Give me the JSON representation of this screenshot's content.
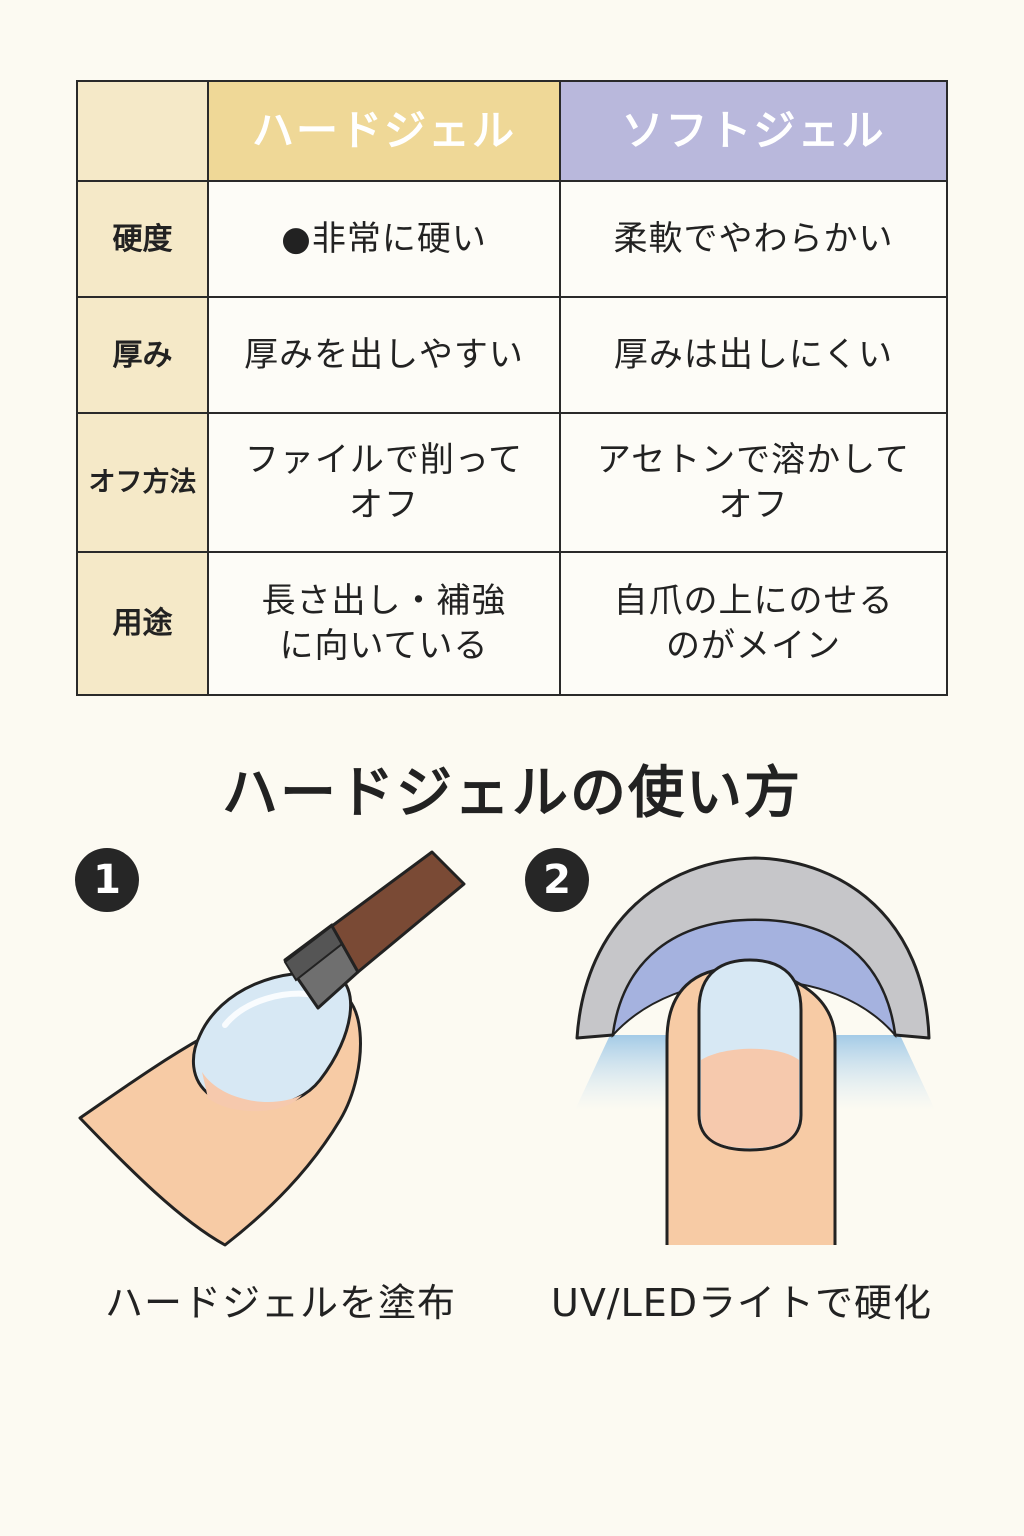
{
  "table": {
    "headers": {
      "hard": "ハードジェル",
      "soft": "ソフトジェル"
    },
    "rows": [
      {
        "label": "硬度",
        "hard": [
          "●非常に硬い"
        ],
        "soft": [
          "柔軟でやわらかい"
        ]
      },
      {
        "label": "厚み",
        "hard": [
          "厚みを出しやすい"
        ],
        "soft": [
          "厚みは出しにくい"
        ]
      },
      {
        "label": "オフ方法",
        "hard": [
          "ファイルで削って",
          "オフ"
        ],
        "soft": [
          "アセトンで溶かして",
          "オフ"
        ]
      },
      {
        "label": "用途",
        "hard": [
          "長さ出し・補強",
          "に向いている"
        ],
        "soft": [
          "自爪の上にのせる",
          "のがメイン"
        ]
      }
    ]
  },
  "howto": {
    "title": "ハードジェルの使い方",
    "steps": [
      {
        "number": "1",
        "caption": "ハードジェルを塗布",
        "icon": "brush-applying-gel-icon"
      },
      {
        "number": "2",
        "caption": "UV/LEDライトで硬化",
        "icon": "uv-led-lamp-curing-icon"
      }
    ]
  },
  "colors": {
    "hard_header": "#efd897",
    "soft_header": "#b9b8dc",
    "label_bg": "#f5e9c8",
    "skin": "#f7cba5",
    "background": "#fcfaf2"
  }
}
